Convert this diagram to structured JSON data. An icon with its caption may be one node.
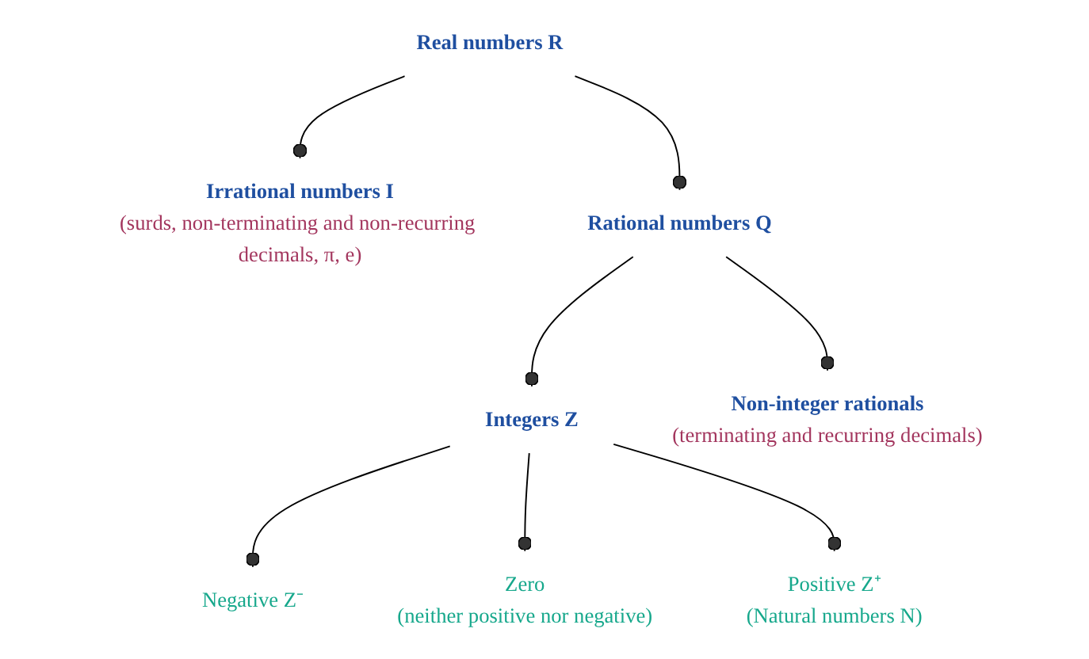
{
  "diagram": {
    "nodes": [
      {
        "text": [
          "Real numbers R"
        ]
      },
      {
        "text": [
          "Irrational numbers I",
          "(surds, non-terminating and non-recurring decimals, π, e)"
        ]
      },
      {
        "text": [
          "Rational numbers Q"
        ]
      },
      {
        "text": [
          "Integers Z"
        ]
      },
      {
        "text": [
          "Non-integer rationals",
          "(terminating and recurring decimals)"
        ]
      },
      {
        "text": [
          "Negative Z⁻"
        ]
      },
      {
        "text": [
          "Zero",
          "(neither positive nor negative)"
        ]
      },
      {
        "text": [
          "Positive Z⁺",
          "(Natural numbers N)"
        ]
      }
    ],
    "edges": [
      {
        "from": 0,
        "to": 1,
        "arrow": "other"
      },
      {
        "from": 0,
        "to": 2,
        "arrow": "other"
      },
      {
        "from": 2,
        "to": 3,
        "arrow": "other"
      },
      {
        "from": 2,
        "to": 4,
        "arrow": "other"
      },
      {
        "from": 3,
        "to": 5,
        "arrow": "other"
      },
      {
        "from": 3,
        "to": 6,
        "arrow": "other"
      },
      {
        "from": 3,
        "to": 7,
        "arrow": "other"
      }
    ]
  }
}
